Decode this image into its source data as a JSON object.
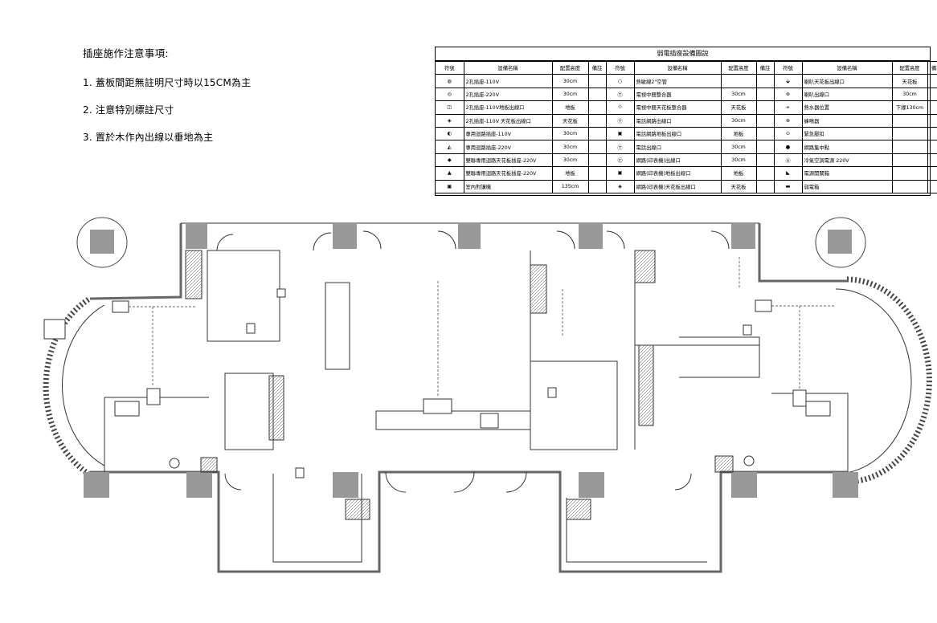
{
  "notes": {
    "title": "插座施作注意事項:",
    "items": [
      "1. 蓋板間距無註明尺寸時以15CM為主",
      "2. 注意特別標註尺寸",
      "3. 置於木作內出線以垂地為主"
    ]
  },
  "legend": {
    "title": "弱電插座設備圖說",
    "headers": [
      "符號",
      "設備名稱",
      "配置高度",
      "備註"
    ],
    "rows": [
      [
        {
          "sym": "◍",
          "name": "2孔插座-110V",
          "height": "30cm"
        },
        {
          "sym": "○",
          "name": "熱敏線2\"空管",
          "height": ""
        },
        {
          "sym": "⬙",
          "name": "喇叭天花板出線口",
          "height": "天花板"
        }
      ],
      [
        {
          "sym": "◎",
          "name": "2孔插座-220V",
          "height": "30cm"
        },
        {
          "sym": "Ⓣ",
          "name": "電視中間整合器",
          "height": "30cm"
        },
        {
          "sym": "⊛",
          "name": "喇叭出線口",
          "height": "30cm"
        }
      ],
      [
        {
          "sym": "◫",
          "name": "2孔插座-110V地板出線口",
          "height": "地板"
        },
        {
          "sym": "⟐",
          "name": "電視中間天花板整合器",
          "height": "天花板"
        },
        {
          "sym": "⦵",
          "name": "熱水器位置",
          "height": "下緣130cm"
        }
      ],
      [
        {
          "sym": "◈",
          "name": "2孔插座-110V 天花板出線口",
          "height": "天花板"
        },
        {
          "sym": "Ⓣ",
          "name": "電話網路出線口",
          "height": "30cm"
        },
        {
          "sym": "⊗",
          "name": "蜂鳴器",
          "height": ""
        }
      ],
      [
        {
          "sym": "◐",
          "name": "專用迴路插座-110V",
          "height": "30cm"
        },
        {
          "sym": "▣",
          "name": "電話網路地板出線口",
          "height": "地板"
        },
        {
          "sym": "⊙",
          "name": "緊急壓扣",
          "height": ""
        }
      ],
      [
        {
          "sym": "◭",
          "name": "專用迴路插座-220V",
          "height": "30cm"
        },
        {
          "sym": "Ⓣ",
          "name": "電話出線口",
          "height": "30cm"
        },
        {
          "sym": "●",
          "name": "網路集中點",
          "height": ""
        }
      ],
      [
        {
          "sym": "◆",
          "name": "雙聯專用迴路天花板插座-220V",
          "height": "30cm"
        },
        {
          "sym": "Ⓒ",
          "name": "網路(印表機)出線口",
          "height": "30cm"
        },
        {
          "sym": "Ⓐ",
          "name": "冷氣空調電源 220V",
          "height": ""
        }
      ],
      [
        {
          "sym": "▲",
          "name": "雙聯專用迴路天花板插座-220V",
          "height": "地板"
        },
        {
          "sym": "▣",
          "name": "網路(印表機)地板出線口",
          "height": "地板"
        },
        {
          "sym": "◣",
          "name": "電源開關箱",
          "height": ""
        }
      ],
      [
        {
          "sym": "▣",
          "name": "室內對講機",
          "height": "135cm"
        },
        {
          "sym": "◈",
          "name": "網路(印表機)天花板出線口",
          "height": "天花板"
        },
        {
          "sym": "▬",
          "name": "弱電箱",
          "height": ""
        }
      ]
    ]
  }
}
